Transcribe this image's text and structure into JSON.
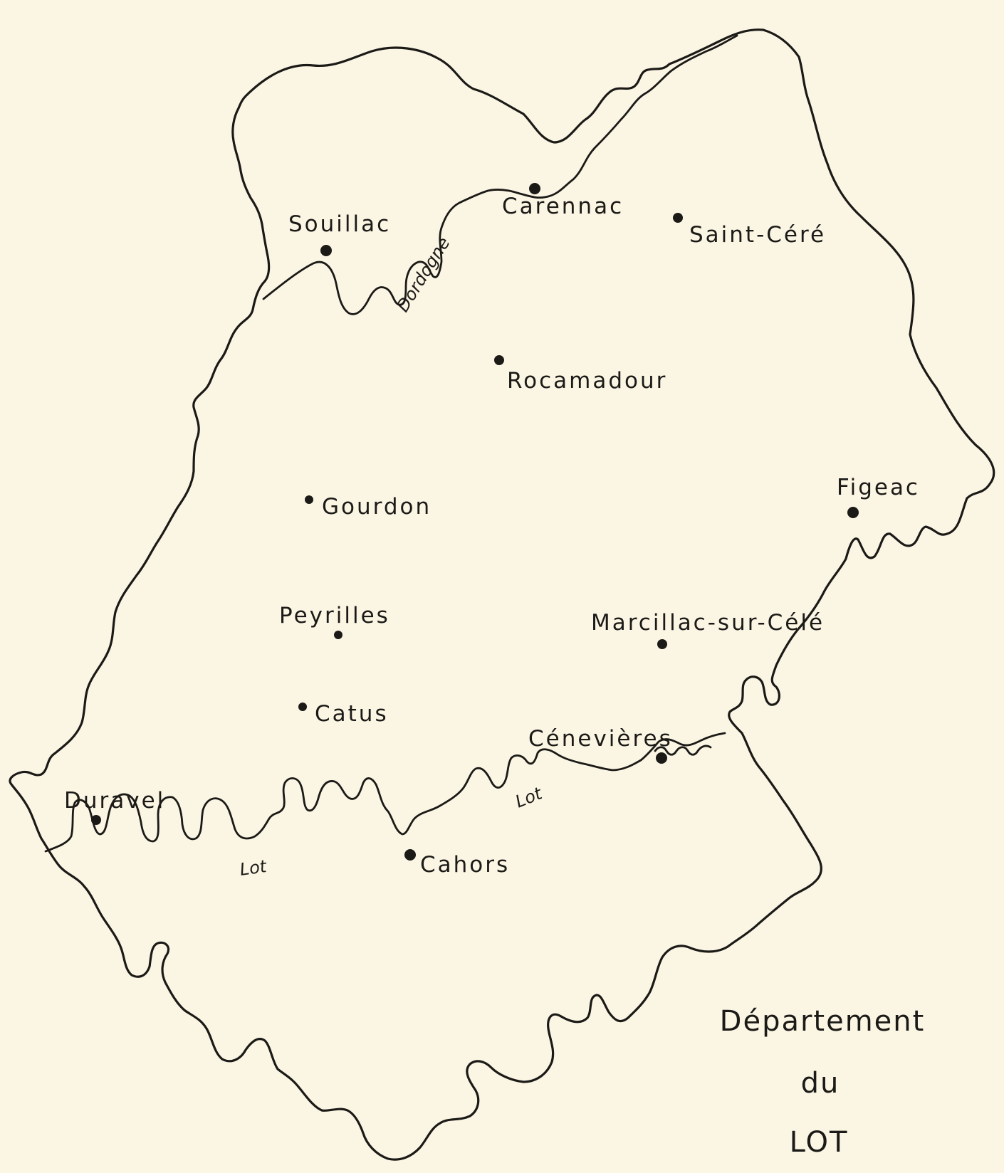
{
  "towns": [
    {
      "name": "Souillac"
    },
    {
      "name": "Carennac"
    },
    {
      "name": "Saint-Céré"
    },
    {
      "name": "Rocamadour"
    },
    {
      "name": "Figeac"
    },
    {
      "name": "Gourdon"
    },
    {
      "name": "Peyrilles"
    },
    {
      "name": "Marcillac-sur-Célé"
    },
    {
      "name": "Catus"
    },
    {
      "name": "Cénevières"
    },
    {
      "name": "Duravel"
    },
    {
      "name": "Cahors"
    }
  ],
  "rivers": [
    {
      "name": "Dordogne"
    },
    {
      "name": "Lot"
    },
    {
      "name": "Lot"
    }
  ],
  "title": {
    "line1": "Département",
    "line2": "du",
    "line3": "LOT"
  },
  "colors": {
    "paper": "#fbf6e4",
    "ink": "#1c1a17"
  }
}
